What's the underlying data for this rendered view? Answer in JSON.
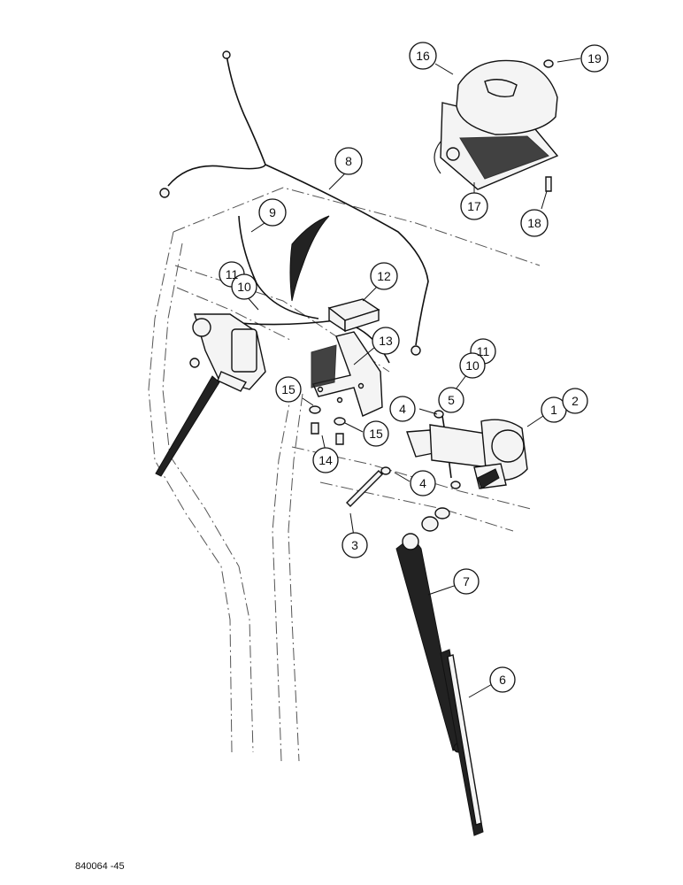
{
  "figure_code": "840064 -45",
  "callouts": [
    {
      "id": "c1",
      "label": "1"
    },
    {
      "id": "c2",
      "label": "2"
    },
    {
      "id": "c3",
      "label": "3"
    },
    {
      "id": "c4a",
      "label": "4"
    },
    {
      "id": "c4b",
      "label": "4"
    },
    {
      "id": "c5",
      "label": "5"
    },
    {
      "id": "c6",
      "label": "6"
    },
    {
      "id": "c7",
      "label": "7"
    },
    {
      "id": "c8",
      "label": "8"
    },
    {
      "id": "c9",
      "label": "9"
    },
    {
      "id": "c10a",
      "label": "10"
    },
    {
      "id": "c11a",
      "label": "11"
    },
    {
      "id": "c10b",
      "label": "10"
    },
    {
      "id": "c11b",
      "label": "11"
    },
    {
      "id": "c12",
      "label": "12"
    },
    {
      "id": "c13",
      "label": "13"
    },
    {
      "id": "c14",
      "label": "14"
    },
    {
      "id": "c15a",
      "label": "15"
    },
    {
      "id": "c15b",
      "label": "15"
    },
    {
      "id": "c16",
      "label": "16"
    },
    {
      "id": "c17",
      "label": "17"
    },
    {
      "id": "c18",
      "label": "18"
    },
    {
      "id": "c19",
      "label": "19"
    }
  ]
}
